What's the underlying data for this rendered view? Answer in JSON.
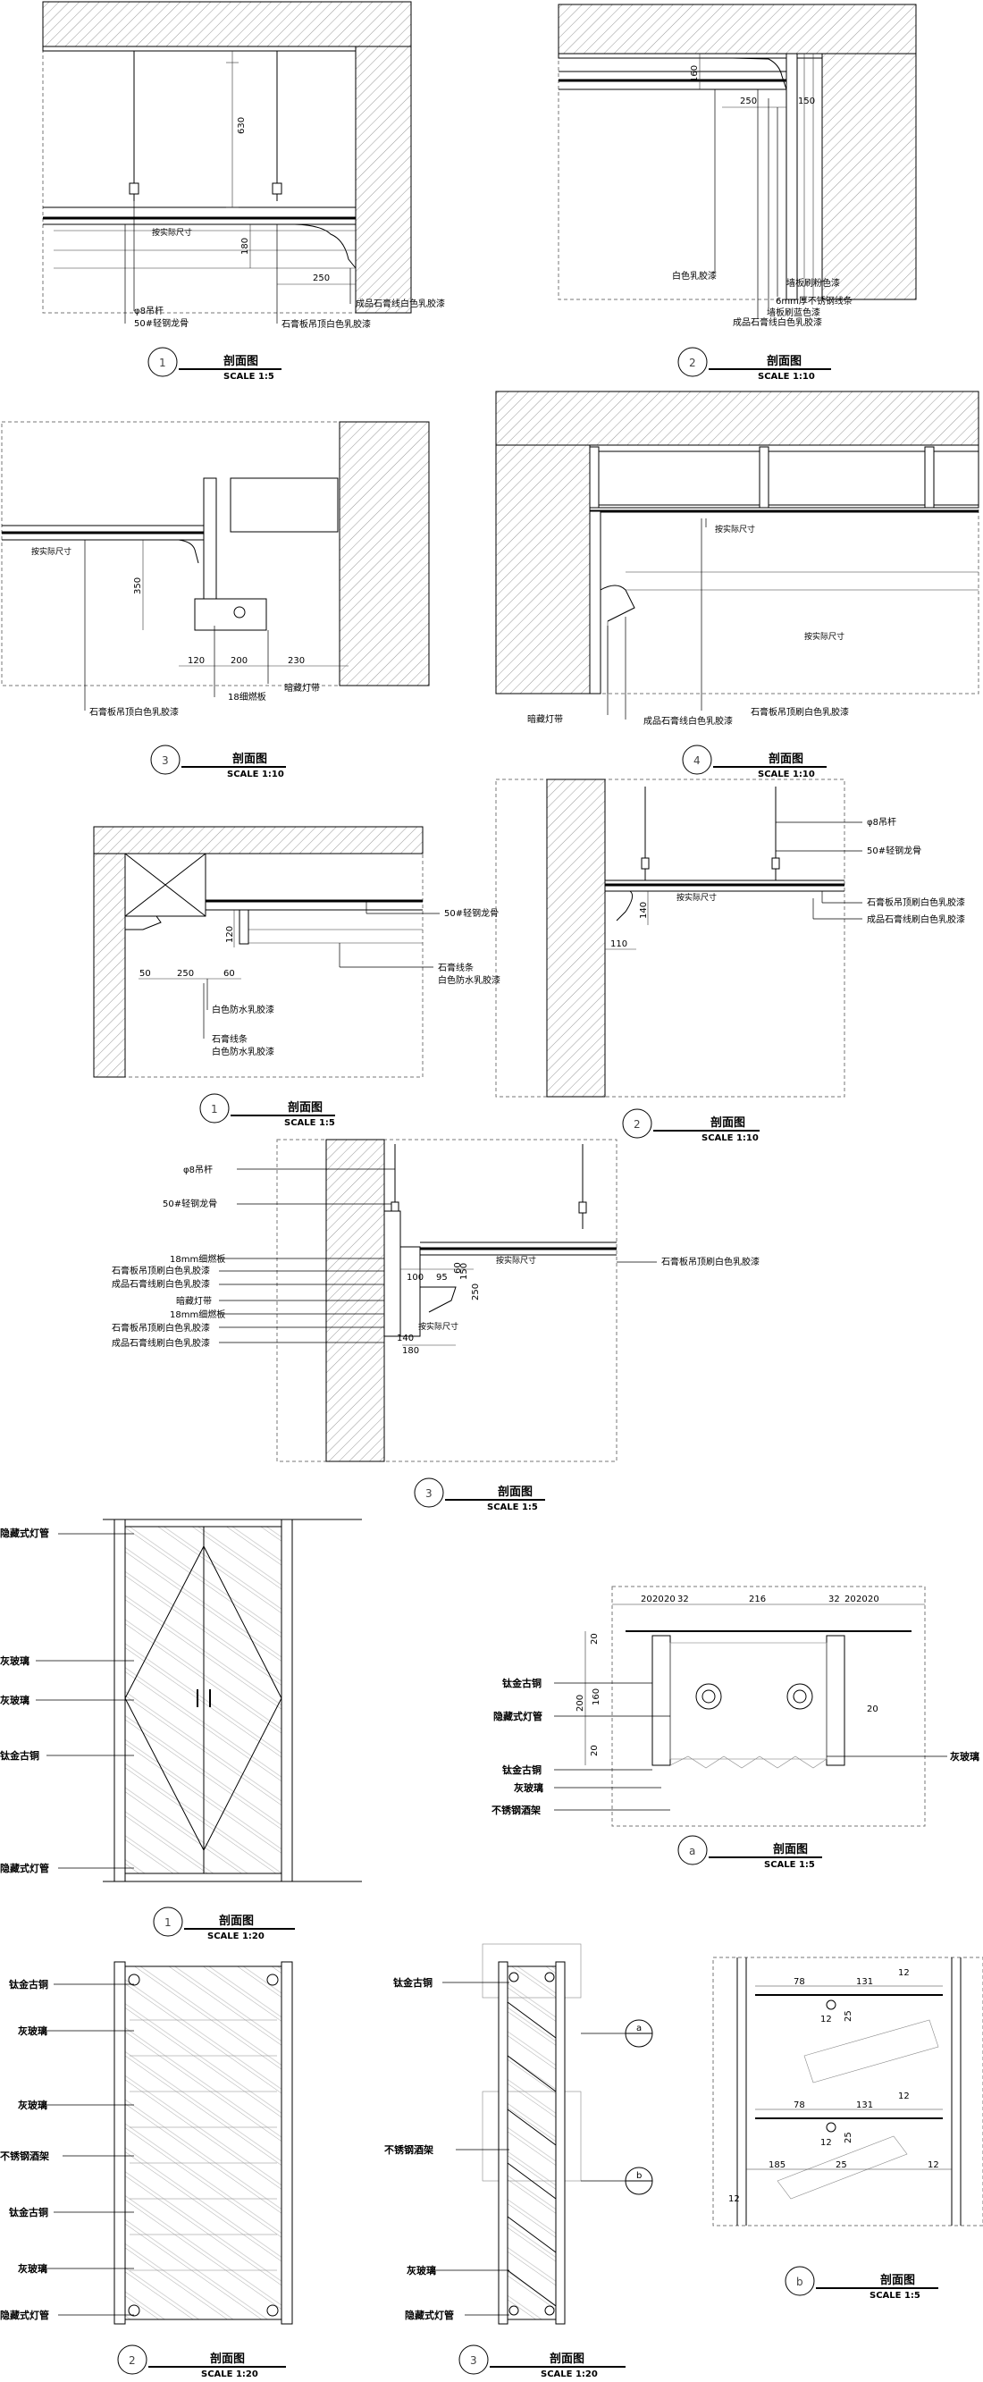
{
  "sheet": {
    "section_title": "剖面图",
    "details": [
      {
        "marker": "1",
        "title": "剖面图",
        "scale": "SCALE 1:5",
        "labels": {
          "rod": "φ8吊杆",
          "keel": "50#轻钢龙骨",
          "ceiling": "石膏板吊顶白色乳胶漆",
          "moulding": "成品石膏线白色乳胶漆",
          "site": "按实际尺寸"
        },
        "dims": [
          "630",
          "180",
          "250"
        ]
      },
      {
        "marker": "2",
        "title": "剖面图",
        "scale": "SCALE 1:10",
        "labels": {
          "white_paint": "白色乳胶漆",
          "wall_paint": "墙板刷粉色漆",
          "steel_strip": "6mm厚不锈钢线条",
          "wall_blue": "墙板刷蓝色漆",
          "moulding": "成品石膏线白色乳胶漆"
        },
        "dims": [
          "160",
          "250",
          "150"
        ]
      },
      {
        "marker": "3",
        "title": "剖面图",
        "scale": "SCALE 1:10",
        "labels": {
          "site": "按实际尺寸",
          "board": "18细燃板",
          "light": "暗藏灯带",
          "ceiling": "石膏板吊顶白色乳胶漆"
        },
        "dims": [
          "350",
          "120",
          "200",
          "230"
        ]
      },
      {
        "marker": "4",
        "title": "剖面图",
        "scale": "SCALE 1:10",
        "labels": {
          "site": "按实际尺寸",
          "light": "暗藏灯带",
          "moulding": "成品石膏线白色乳胶漆",
          "ceiling": "石膏板吊顶刷白色乳胶漆"
        }
      },
      {
        "marker": "1",
        "title": "剖面图",
        "scale": "SCALE 1:5",
        "labels": {
          "keel": "50#轻钢龙骨",
          "plaster_strip": "石膏线条",
          "waterproof": "白色防水乳胶漆",
          "white_waterproof": "白色防水乳胶漆"
        },
        "dims": [
          "120",
          "50",
          "250",
          "60"
        ]
      },
      {
        "marker": "2",
        "title": "剖面图",
        "scale": "SCALE 1:10",
        "labels": {
          "rod": "φ8吊杆",
          "keel": "50#轻钢龙骨",
          "site": "按实际尺寸",
          "ceiling": "石膏板吊顶刷白色乳胶漆",
          "moulding": "成品石膏线刷白色乳胶漆"
        },
        "dims": [
          "140",
          "110"
        ]
      },
      {
        "marker": "3",
        "title": "剖面图",
        "scale": "SCALE 1:5",
        "labels": {
          "rod": "φ8吊杆",
          "keel": "50#轻钢龙骨",
          "board18": "18mm细燃板",
          "ceiling": "石膏板吊顶刷白色乳胶漆",
          "moulding": "成品石膏线刷白色乳胶漆",
          "light": "暗藏灯带",
          "board18b": "18mm细燃板",
          "ceiling_b": "石膏板吊顶刷白色乳胶漆",
          "moulding_b": "成品石膏线刷白色乳胶漆",
          "site": "按实际尺寸",
          "ceiling_r": "石膏板吊顶刷白色乳胶漆"
        },
        "dims": [
          "100",
          "95",
          "60",
          "150",
          "250",
          "140",
          "180"
        ]
      },
      {
        "marker": "1",
        "title": "剖面图",
        "scale": "SCALE 1:20",
        "labels": {
          "hidden_light": "隐藏式灯管",
          "grey_glass": "灰玻璃",
          "grey_glass_b": "灰玻璃",
          "brass": "钛金古铜",
          "hidden_light_b": "隐藏式灯管"
        }
      },
      {
        "marker": "a",
        "title": "剖面图",
        "scale": "SCALE 1:5",
        "labels": {
          "brass": "钛金古铜",
          "hidden_light": "隐藏式灯管",
          "brass_b": "钛金古铜",
          "grey_glass": "灰玻璃",
          "rack": "不锈钢酒架",
          "grey_glass_r": "灰玻璃"
        },
        "dims": [
          "20",
          "20",
          "20",
          "32",
          "216",
          "32",
          "20",
          "20",
          "20",
          "200",
          "160",
          "20",
          "20",
          "20"
        ]
      },
      {
        "marker": "2",
        "title": "剖面图",
        "scale": "SCALE 1:20",
        "labels": {
          "brass": "钛金古铜",
          "grey_glass": "灰玻璃",
          "grey_glass_b": "灰玻璃",
          "rack": "不锈钢酒架",
          "brass_b": "钛金古铜",
          "grey_glass_c": "灰玻璃",
          "hidden_light": "隐藏式灯管"
        }
      },
      {
        "marker": "3",
        "title": "剖面图",
        "scale": "SCALE 1:20",
        "labels": {
          "brass": "钛金古铜",
          "rack": "不锈钢酒架",
          "grey_glass": "灰玻璃",
          "hidden_light": "隐藏式灯管"
        },
        "callouts": [
          "a",
          "b"
        ]
      },
      {
        "marker": "b",
        "title": "剖面图",
        "scale": "SCALE 1:5",
        "dims": [
          "78",
          "131",
          "12",
          "12",
          "25",
          "78",
          "131",
          "12",
          "12",
          "25",
          "185",
          "25",
          "12"
        ]
      }
    ]
  }
}
